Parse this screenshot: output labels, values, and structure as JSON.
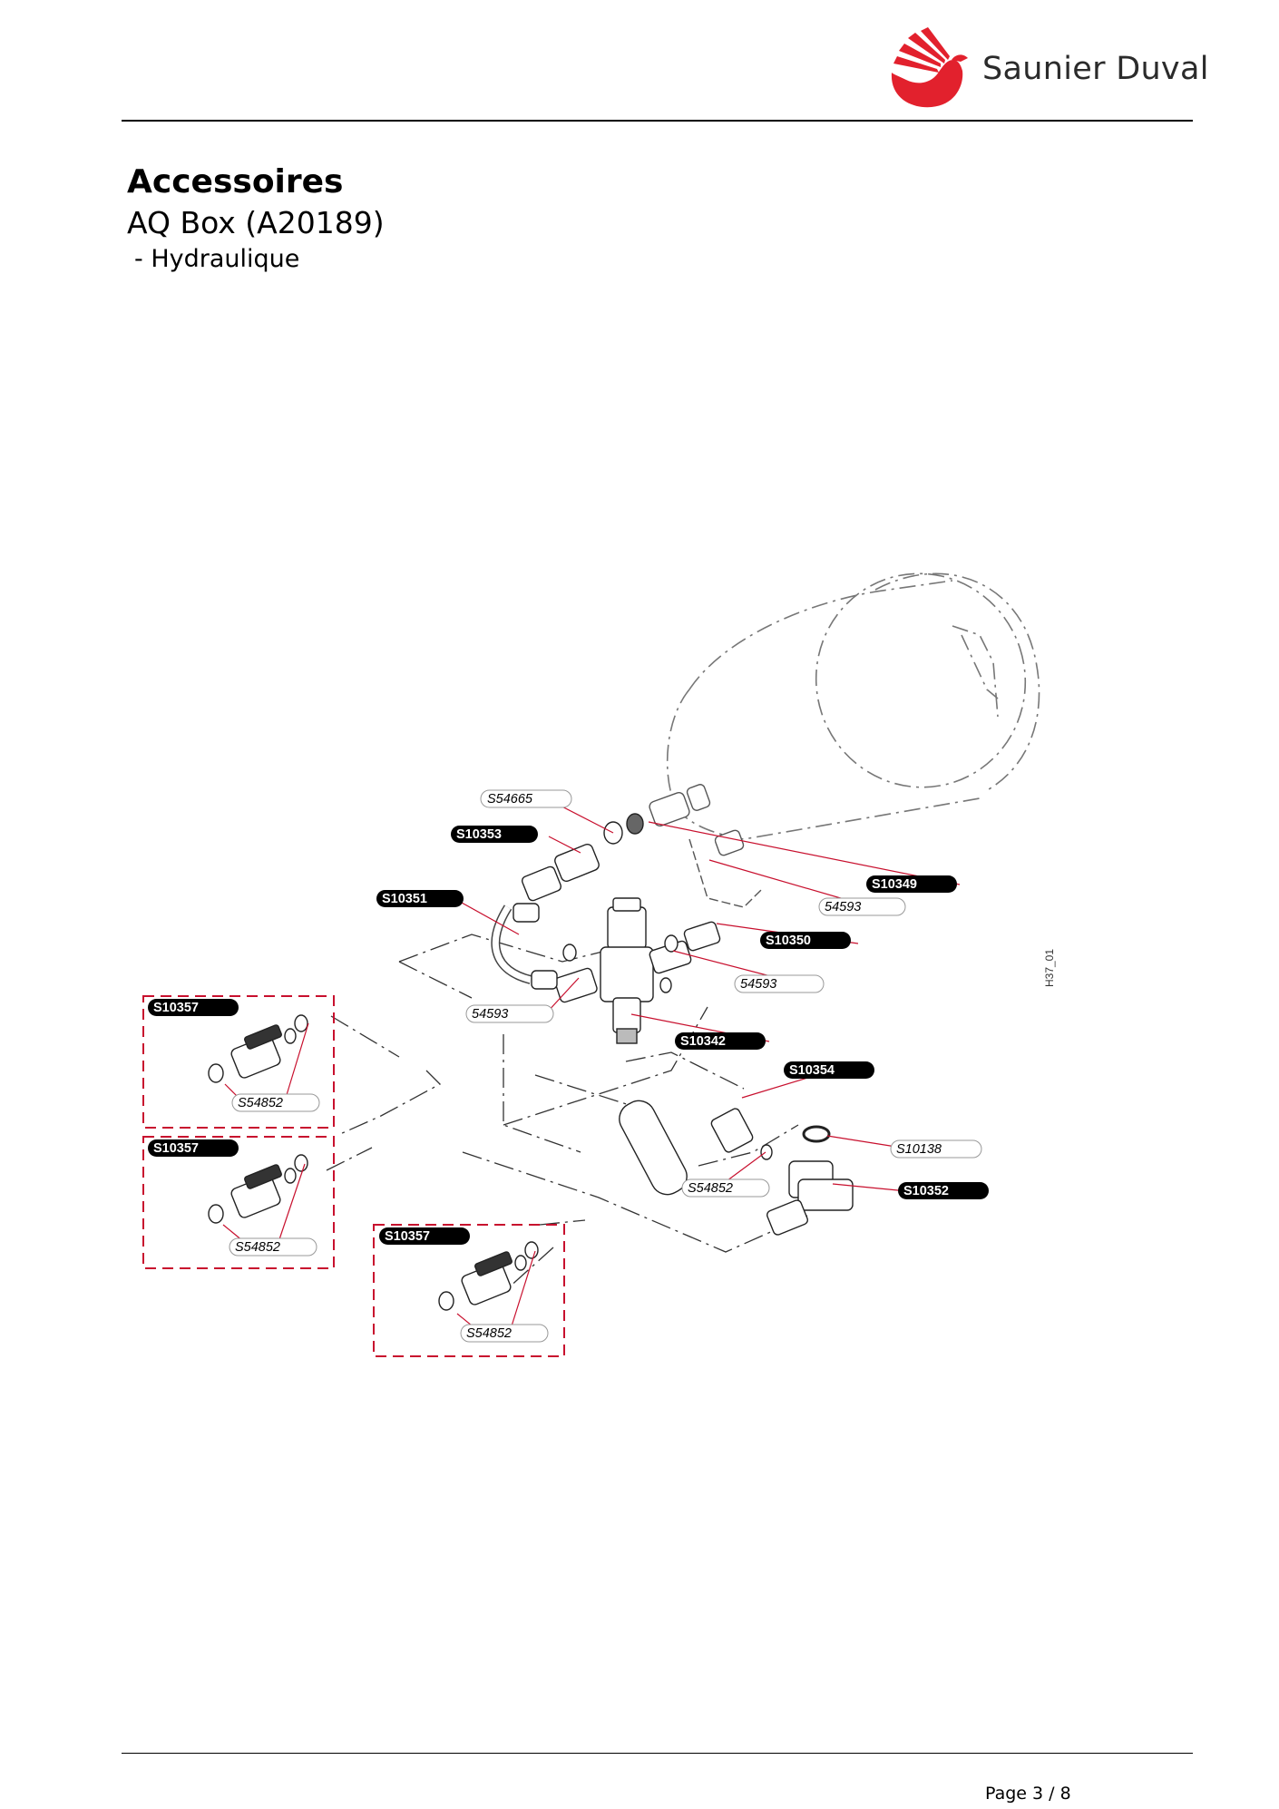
{
  "header": {
    "brand_name": "Saunier Duval",
    "brand_color": "#e2212d"
  },
  "document": {
    "title": "Accessoires",
    "subtitle": "AQ Box (A20189)",
    "section": "- Hydraulique"
  },
  "diagram": {
    "code": "H37_01",
    "callouts": {
      "s54665": "S54665",
      "s10353": "S10353",
      "s10351": "S10351",
      "s10349": "S10349",
      "r54593_a": "54593",
      "s10350": "S10350",
      "r54593_b": "54593",
      "r54593_c": "54593",
      "s10342": "S10342",
      "s10354": "S10354",
      "s10138": "S10138",
      "s10352": "S10352",
      "s54852_main": "S54852",
      "s10357_a": "S10357",
      "s54852_a": "S54852",
      "s10357_b": "S10357",
      "s54852_b": "S54852",
      "s10357_c": "S10357",
      "s54852_c": "S54852"
    }
  },
  "footer": {
    "page": "Page 3 / 8"
  }
}
